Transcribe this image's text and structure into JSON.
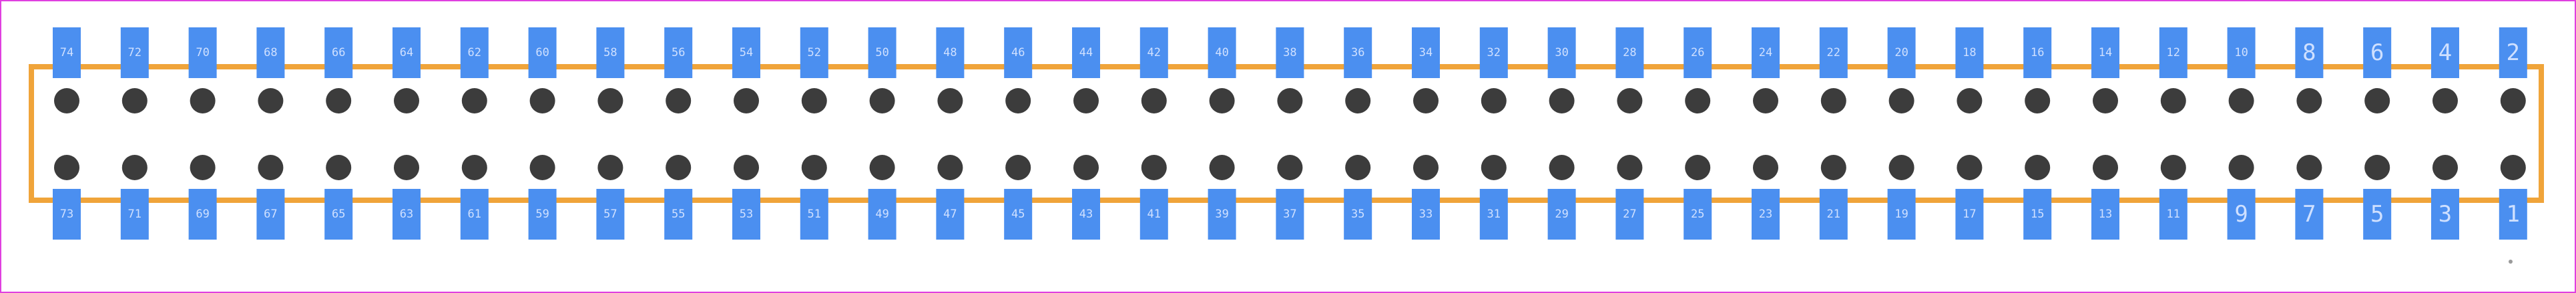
{
  "colors": {
    "background": "#ffffff",
    "frame_border": "#e040e0",
    "outline": "#f0a43a",
    "pad": "#4b8ff0",
    "pad_label": "#cfe0ff",
    "hole": "#3c3c3c",
    "hole_label": "#7a7a6a",
    "origin_marker": "#9a9a9a"
  },
  "top_row_pins": [
    "74",
    "72",
    "70",
    "68",
    "66",
    "64",
    "62",
    "60",
    "58",
    "56",
    "54",
    "52",
    "50",
    "48",
    "46",
    "44",
    "42",
    "40",
    "38",
    "36",
    "34",
    "32",
    "30",
    "28",
    "26",
    "24",
    "22",
    "20",
    "18",
    "16",
    "14",
    "12",
    "10",
    "8",
    "6",
    "4",
    "2"
  ],
  "bottom_row_pins": [
    "73",
    "71",
    "69",
    "67",
    "65",
    "63",
    "61",
    "59",
    "57",
    "55",
    "53",
    "51",
    "49",
    "47",
    "45",
    "43",
    "41",
    "39",
    "37",
    "35",
    "33",
    "31",
    "29",
    "27",
    "25",
    "23",
    "21",
    "19",
    "17",
    "15",
    "13",
    "11",
    "9",
    "7",
    "5",
    "3",
    "1"
  ],
  "large_label_pins": [
    "9",
    "8",
    "7",
    "6",
    "5",
    "4",
    "3",
    "2",
    "1"
  ]
}
